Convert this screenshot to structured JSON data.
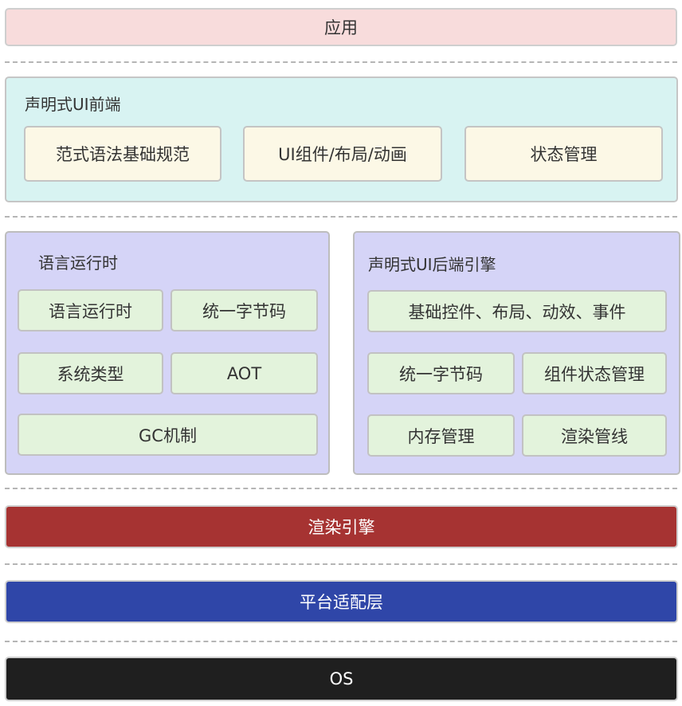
{
  "app_layer": {
    "label": "应用"
  },
  "frontend": {
    "title": "声明式UI前端",
    "items": [
      "范式语法基础规范",
      "UI组件/布局/动画",
      "状态管理"
    ]
  },
  "runtime": {
    "title": "语言运行时",
    "items": [
      "语言运行时",
      "统一字节码",
      "系统类型",
      "AOT",
      "GC机制"
    ]
  },
  "backend": {
    "title": "声明式UI后端引擎",
    "items": [
      "基础控件、布局、动效、事件",
      "统一字节码",
      "组件状态管理",
      "内存管理",
      "渲染管线"
    ]
  },
  "render_engine": {
    "label": "渲染引擎"
  },
  "platform_layer": {
    "label": "平台适配层"
  },
  "os_layer": {
    "label": "OS"
  },
  "colors": {
    "app": "#f8dcdc",
    "frontend_panel": "#d8f3f2",
    "frontend_item": "#fcf8e6",
    "lavender_panel": "#d5d4f7",
    "green_item": "#e3f3dc",
    "render_engine": "#a63332",
    "platform": "#2f46a8",
    "os": "#1f1f1f"
  }
}
